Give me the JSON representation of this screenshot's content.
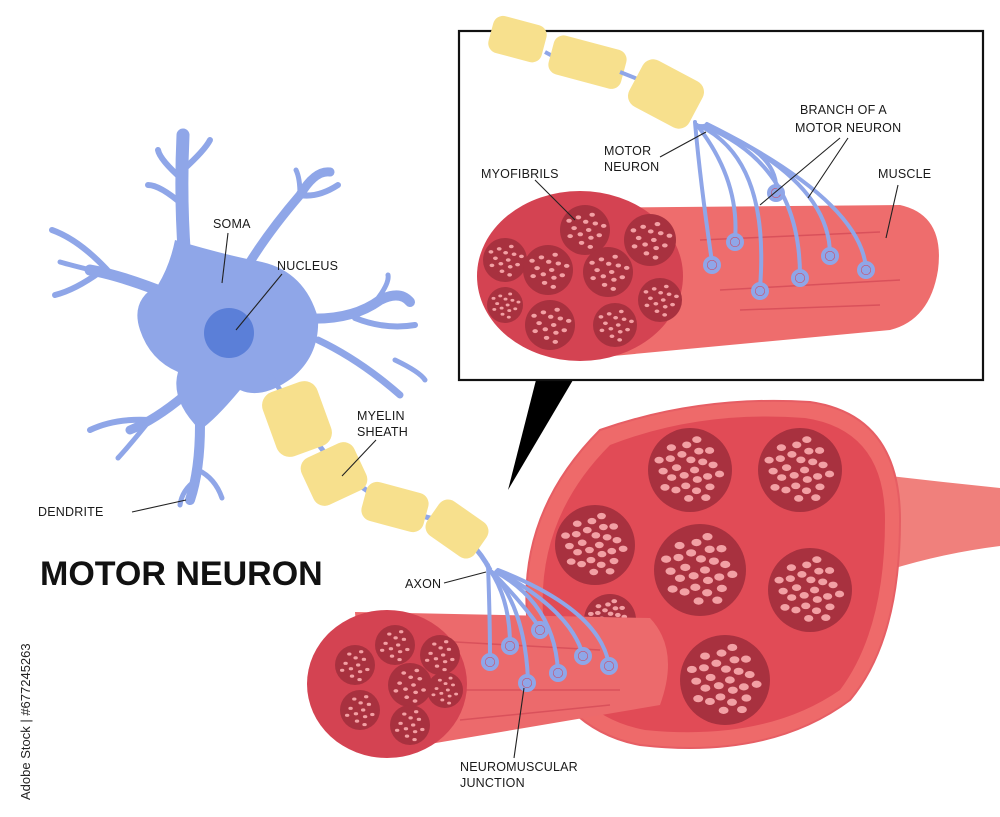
{
  "title": "MOTOR NEURON",
  "labels": {
    "soma": "SOMA",
    "nucleus": "NUCLEUS",
    "dendrite": "DENDRITE",
    "myelin_line1": "MYELIN",
    "myelin_line2": "SHEATH",
    "axon": "AXON",
    "nmj_line1": "NEUROMUSCULAR",
    "nmj_line2": "JUNCTION",
    "myofibrils": "MYOFIBRILS",
    "motor_neuron_line1": "MOTOR",
    "motor_neuron_line2": "NEURON",
    "branch_line1": "BRANCH OF A",
    "branch_line2": "MOTOR NEURON",
    "muscle": "MUSCLE"
  },
  "watermark": "Adobe Stock | #677245263",
  "colors": {
    "neuron": "#8fa6e8",
    "nucleus": "#5b7fd8",
    "myelin": "#f7e08d",
    "muscle_light": "#ef6b6b",
    "muscle_dark": "#c9434f",
    "fascicle": "#a8313f",
    "fiber": "#f2a0a4",
    "terminal": "#d63a4e"
  }
}
